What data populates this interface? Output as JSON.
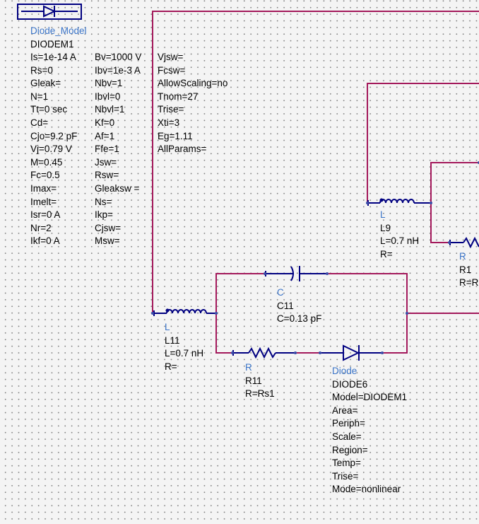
{
  "colors": {
    "wire": "#a3195b",
    "component": "#000080",
    "component_type_text": "#3a74c8",
    "param_text": "#000000",
    "background": "#f4f4f4",
    "grid_dot": "#808080"
  },
  "diode_model": {
    "type": "Diode_Model",
    "name": "DIODEM1",
    "col1": [
      "Is=1e-14 A",
      "Rs=0",
      "Gleak=",
      "N=1",
      "Tt=0 sec",
      "Cd=",
      "Cjo=9.2 pF",
      "Vj=0.79 V",
      "M=0.45",
      "Fc=0.5",
      "Imax=",
      "Imelt=",
      "Isr=0 A",
      "Nr=2",
      "Ikf=0 A"
    ],
    "col2": [
      "Bv=1000 V",
      "Ibv=1e-3 A",
      "Nbv=1",
      "Ibvl=0",
      "Nbvl=1",
      "Kf=0",
      "Af=1",
      "Ffe=1",
      "Jsw=",
      "Rsw=",
      "Gleaksw =",
      "Ns=",
      "Ikp=",
      "Cjsw=",
      "Msw="
    ],
    "col3": [
      "Vjsw=",
      "Fcsw=",
      "AllowScaling=no",
      "Tnom=27",
      "Trise=",
      "Xti=3",
      "Eg=1.11",
      "AllParams="
    ]
  },
  "components": {
    "l11": {
      "type": "L",
      "name": "L11",
      "params": [
        "L=0.7 nH",
        "R="
      ]
    },
    "c11": {
      "type": "C",
      "name": "C11",
      "params": [
        "C=0.13 pF"
      ]
    },
    "r11": {
      "type": "R",
      "name": "R11",
      "params": [
        "R=Rs1"
      ]
    },
    "diode6": {
      "type": "Diode",
      "name": "DIODE6",
      "params": [
        "Model=DIODEM1",
        "Area=",
        "Periph=",
        "Scale=",
        "Region=",
        "Temp=",
        "Trise=",
        "Mode=nonlinear"
      ]
    },
    "l9": {
      "type": "L",
      "name": "L9",
      "params": [
        "L=0.7 nH",
        "R="
      ]
    },
    "r1": {
      "type": "R",
      "name": "R1",
      "params": [
        "R=R"
      ]
    }
  }
}
